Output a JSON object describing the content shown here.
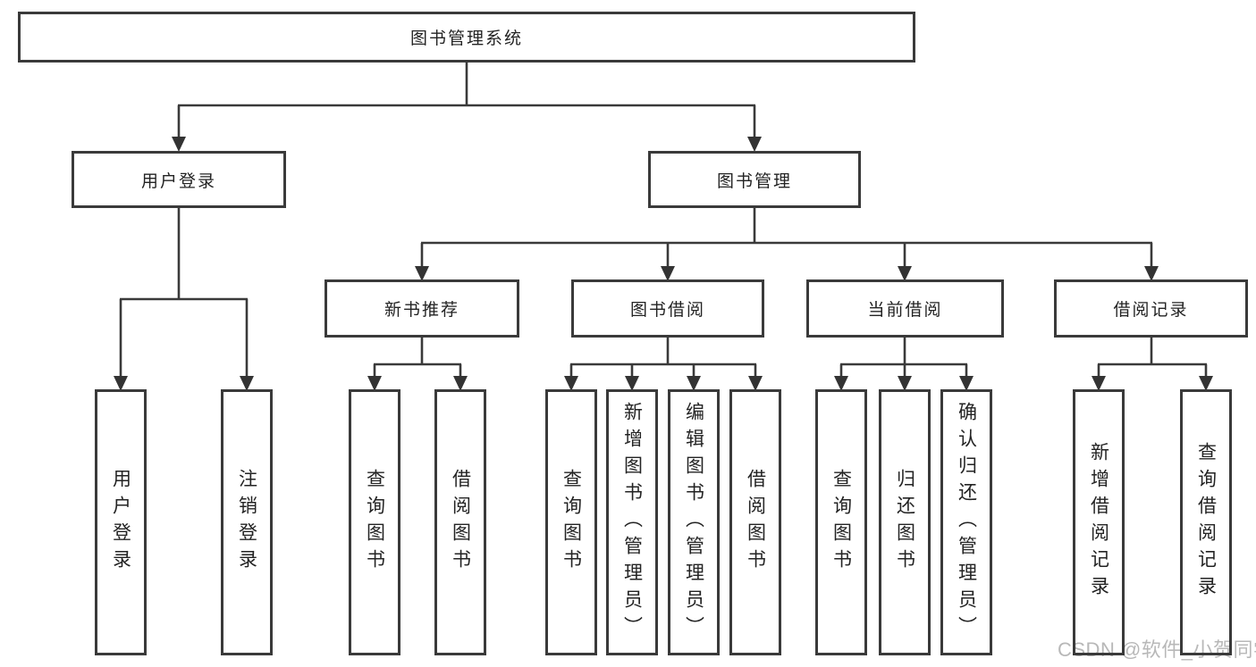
{
  "diagram_title": "图书管理系统",
  "tree": {
    "root": {
      "label": "图书管理系统"
    },
    "level2": [
      {
        "label": "用户登录"
      },
      {
        "label": "图书管理"
      }
    ],
    "level3": [
      {
        "label": "新书推荐"
      },
      {
        "label": "图书借阅"
      },
      {
        "label": "当前借阅"
      },
      {
        "label": "借阅记录"
      }
    ],
    "leaves": {
      "user_login": [
        {
          "label": "用户登录"
        },
        {
          "label": "注销登录"
        }
      ],
      "new_book": [
        {
          "label": "查询图书"
        },
        {
          "label": "借阅图书"
        }
      ],
      "book_borrow": [
        {
          "label": "查询图书"
        },
        {
          "label": "新增图书（管理员）"
        },
        {
          "label": "编辑图书（管理员）"
        },
        {
          "label": "借阅图书"
        }
      ],
      "current_borrow": [
        {
          "label": "查询图书"
        },
        {
          "label": "归还图书"
        },
        {
          "label": "确认归还（管理员）"
        }
      ],
      "borrow_records": [
        {
          "label": "新增借阅记录"
        },
        {
          "label": "查询借阅记录"
        }
      ]
    }
  },
  "watermark": {
    "text": "CSDN @软件_小贺同学",
    "color": "#b8b8b8"
  },
  "colors": {
    "line": "#3a3a3a",
    "box_border": "#3a3a3a",
    "text": "#232323",
    "background": "#ffffff"
  }
}
